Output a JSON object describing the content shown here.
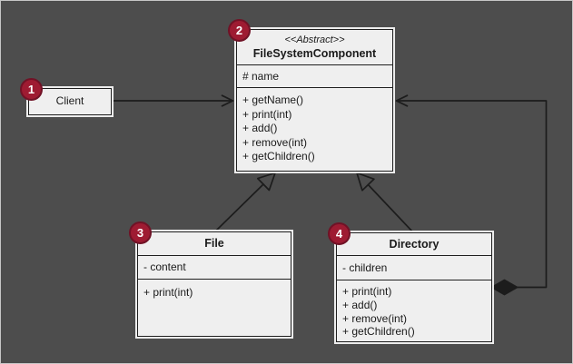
{
  "colors": {
    "background": "#4d4d4d",
    "frame_border": "#c6c6c6",
    "box_fill": "#efefef",
    "line": "#1c1c1c",
    "badge_fill": "#9e1b32",
    "badge_border": "#701226",
    "badge_text": "#ffffff"
  },
  "classes": {
    "client": {
      "badge": "1",
      "title": "Client"
    },
    "component": {
      "badge": "2",
      "stereotype": "<<Abstract>>",
      "title": "FileSystemComponent",
      "attributes": [
        "# name"
      ],
      "methods": [
        "+ getName()",
        "+ print(int)",
        "+ add()",
        "+ remove(int)",
        "+ getChildren()"
      ]
    },
    "file": {
      "badge": "3",
      "title": "File",
      "attributes": [
        "- content"
      ],
      "methods": [
        "+ print(int)"
      ]
    },
    "directory": {
      "badge": "4",
      "title": "Directory",
      "attributes": [
        "- children"
      ],
      "methods": [
        "+ print(int)",
        "+ add()",
        "+ remove(int)",
        "+ getChildren()"
      ]
    }
  },
  "relationships": [
    {
      "type": "association",
      "from": "Client",
      "to": "FileSystemComponent"
    },
    {
      "type": "generalization",
      "from": "File",
      "to": "FileSystemComponent"
    },
    {
      "type": "generalization",
      "from": "Directory",
      "to": "FileSystemComponent"
    },
    {
      "type": "composition",
      "from": "Directory",
      "to": "FileSystemComponent"
    }
  ]
}
